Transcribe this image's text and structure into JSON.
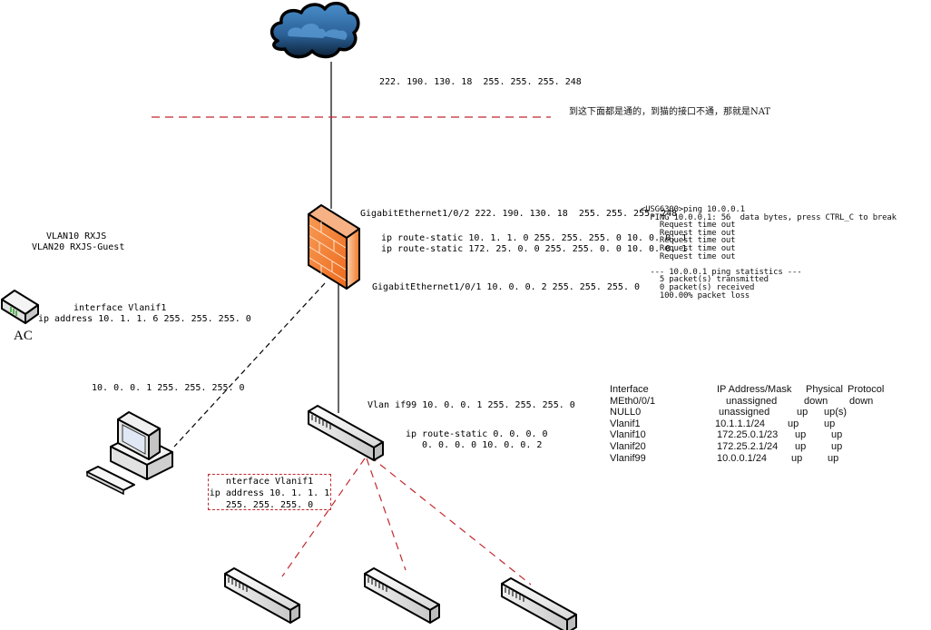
{
  "diagram": {
    "colors": {
      "red_dash": "#c0282d",
      "line": "#000000",
      "firewall": "#f47a2a",
      "cloud": "#2f6fa8"
    },
    "nodes": {
      "internet_cloud": {
        "label": ""
      },
      "firewall": {
        "label": ""
      },
      "core_switch": {
        "label": ""
      },
      "pc": {
        "label": ""
      },
      "ac": {
        "label": "AC"
      },
      "access_switches": [
        {
          "label": ""
        },
        {
          "label": ""
        },
        {
          "label": ""
        }
      ]
    },
    "labels": {
      "wan_ip": "222. 190. 130. 18  255. 255. 255. 248",
      "nat_note": "到这下面都是通的，到猫的接口不通，那就是NAT",
      "fw_g0_2": "GigabitEthernet1/0/2 222. 190. 130. 18  255. 255. 255. 248",
      "fw_route_1": "ip route-static 10. 1. 1. 0 255. 255. 255. 0 10. 0. 0. 1",
      "fw_route_2": "ip route-static 172. 25. 0. 0 255. 255. 0. 0 10. 0. 0. 1",
      "fw_g0_1": "GigabitEthernet1/0/1 10. 0. 0. 2 255. 255. 255. 0",
      "vlan10": "VLAN10 RXJS",
      "vlan20": "VLAN20 RXJS-Guest",
      "ac_if": "interface Vlanif1",
      "ac_ip": "ip address 10. 1. 1. 6 255. 255. 255. 0",
      "pc_ip": "10. 0. 0. 1 255. 255. 255. 0",
      "sw_vlanif99": "Vlan if99 10. 0. 0. 1 255. 255. 255. 0",
      "sw_route_1": "ip route-static 0. 0. 0. 0",
      "sw_route_2": "0. 0. 0. 0 10. 0. 0. 2",
      "box_line1": "nterface Vlanif1",
      "box_line2": "ip address 10. 1. 1. 1",
      "box_line3": "255. 255. 255. 0"
    },
    "ping_output": [
      "<USG6300>ping 10.0.0.1",
      "  PING 10.0.0.1: 56  data bytes, press CTRL_C to break",
      "    Request time out",
      "    Request time out",
      "    Request time out",
      "    Request time out",
      "    Request time out",
      "",
      "  --- 10.0.0.1 ping statistics ---",
      "    5 packet(s) transmitted",
      "    0 packet(s) received",
      "    100.00% packet loss"
    ],
    "interface_table": {
      "headers": [
        "Interface",
        "IP Address/Mask",
        "Physical",
        "Protocol"
      ],
      "rows": [
        [
          "MEth0/0/1",
          "unassigned",
          "down",
          "down"
        ],
        [
          "NULL0",
          "unassigned",
          "up",
          "up(s)"
        ],
        [
          "Vlanif1",
          "10.1.1.1/24",
          "up",
          "up"
        ],
        [
          "Vlanif10",
          "172.25.0.1/23",
          "up",
          "up"
        ],
        [
          "Vlanif20",
          "172.25.2.1/24",
          "up",
          "up"
        ],
        [
          "Vlanif99",
          "10.0.0.1/24",
          "up",
          "up"
        ]
      ]
    }
  }
}
